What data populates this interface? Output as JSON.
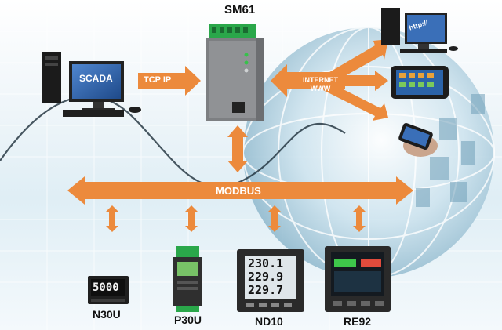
{
  "gateway": {
    "label": "SM61"
  },
  "scada": {
    "label": "SCADA"
  },
  "links": {
    "tcp": "TCP IP",
    "internet": "INTERNET",
    "www": "WWW",
    "bus": "MODBUS"
  },
  "browser": {
    "label": "http://"
  },
  "devices": [
    {
      "label": "N30U",
      "readout": "5000"
    },
    {
      "label": "P30U"
    },
    {
      "label": "ND10",
      "readouts": [
        "230.1",
        "229.9",
        "229.7"
      ]
    },
    {
      "label": "RE92"
    }
  ],
  "colors": {
    "arrow": "#ec8a3c",
    "screen": "#3a6fb8",
    "device": "#2e2e2e"
  }
}
